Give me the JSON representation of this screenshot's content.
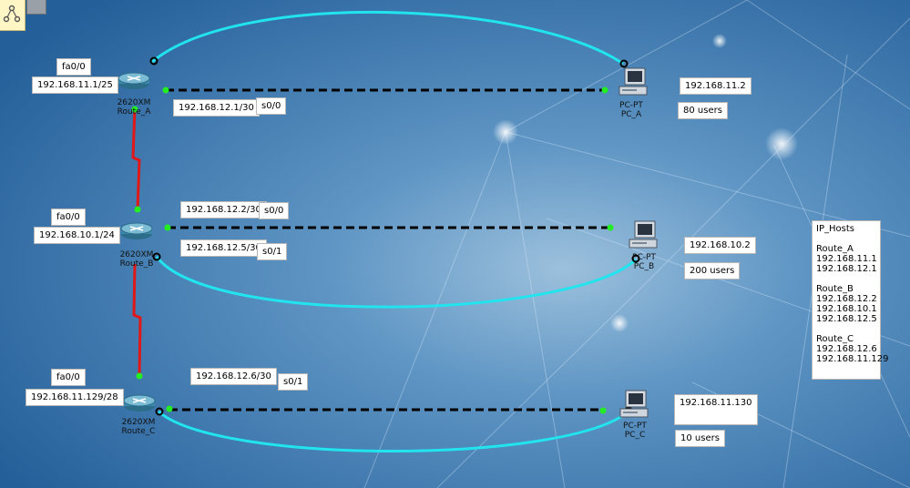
{
  "routers": [
    {
      "model": "2620XM",
      "name": "Route_A",
      "fa_port": "fa0/0",
      "fa_ip": "192.168.11.1/25",
      "serial_ip": "192.168.12.1/30",
      "serial_port": "s0/0"
    },
    {
      "model": "2620XM",
      "name": "Route_B",
      "fa_port": "fa0/0",
      "fa_ip": "192.168.10.1/24",
      "serial_ip_1": "192.168.12.2/30",
      "serial_port_1": "s0/0",
      "serial_ip_2": "192.168.12.5/30",
      "serial_port_2": "s0/1"
    },
    {
      "model": "2620XM",
      "name": "Route_C",
      "fa_port": "fa0/0",
      "fa_ip": "192.168.11.129/28",
      "serial_ip": "192.168.12.6/30",
      "serial_port": "s0/1"
    }
  ],
  "pcs": [
    {
      "model": "PC-PT",
      "name": "PC_A",
      "ip": "192.168.11.2",
      "users": "80 users"
    },
    {
      "model": "PC-PT",
      "name": "PC_B",
      "ip": "192.168.10.2",
      "users": "200 users"
    },
    {
      "model": "PC-PT",
      "name": "PC_C",
      "ip": "192.168.11.130",
      "users": "10 users"
    }
  ],
  "ip_hosts": {
    "title": "IP_Hosts",
    "groups": [
      {
        "name": "Route_A",
        "ips": [
          "192.168.11.1",
          "192.168.12.1"
        ]
      },
      {
        "name": "Route_B",
        "ips": [
          "192.168.12.2",
          "192.168.10.1",
          "192.168.12.5"
        ]
      },
      {
        "name": "Route_C",
        "ips": [
          "192.168.12.6",
          "192.168.11.129"
        ]
      }
    ]
  },
  "colors": {
    "console_cable": "#22e4ee",
    "serial_cable": "#e01818",
    "ethernet_cable": "#000000",
    "link_up": "#22ee22"
  }
}
